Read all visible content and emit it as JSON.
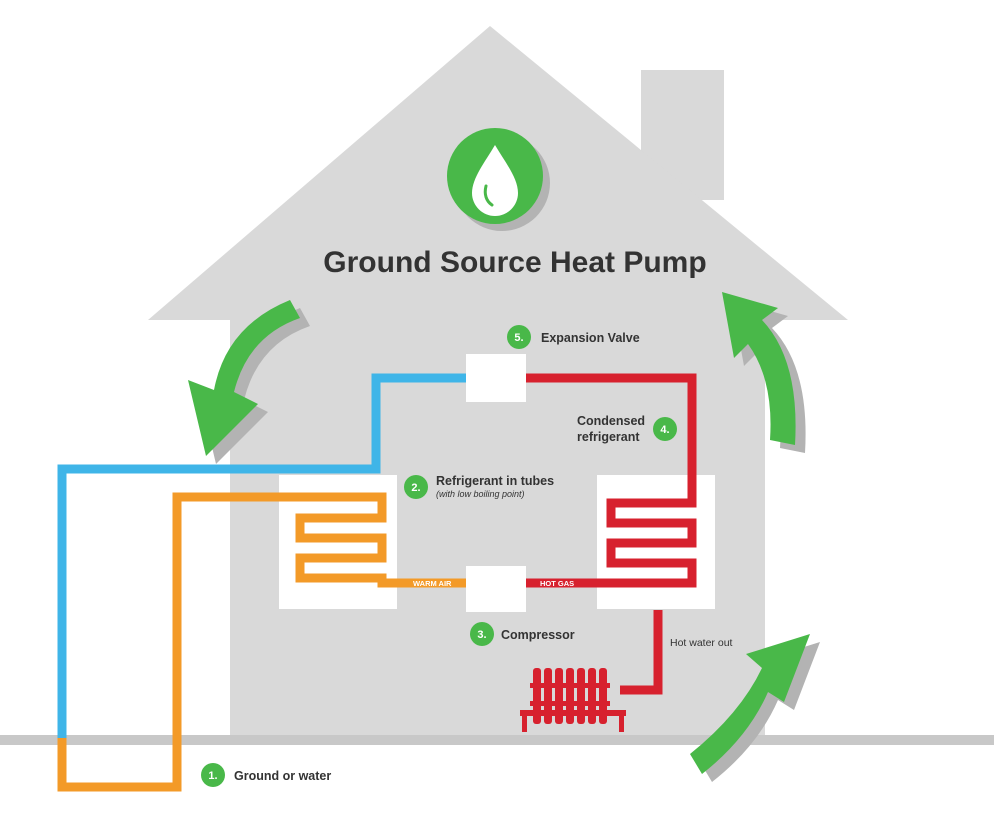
{
  "title": "Ground Source Heat Pump",
  "labels": {
    "step1": {
      "number": "1.",
      "text": "Ground or water"
    },
    "step2": {
      "number": "2.",
      "text": "Refrigerant in tubes",
      "subtext": "(with low boiling point)"
    },
    "step3": {
      "number": "3.",
      "text": "Compressor"
    },
    "step4": {
      "number": "4.",
      "text_line1": "Condensed",
      "text_line2": "refrigerant"
    },
    "step5": {
      "number": "5.",
      "text": "Expansion Valve"
    },
    "warm_air": "WARM AIR",
    "hot_gas": "HOT GAS",
    "hot_water_out": "Hot water out"
  },
  "icons": {
    "badge": "water-drop-icon",
    "flow": "circular-arrow-icon",
    "heater": "radiator-icon"
  },
  "colors": {
    "house": "#d9d9d9",
    "house_shadow": "#c6c6c6",
    "green": "#49b849",
    "green_shadow": "#b3b3b3",
    "blue": "#3fb5e8",
    "orange": "#f39a28",
    "red": "#d7212e",
    "text": "#333333",
    "box": "#ffffff"
  }
}
